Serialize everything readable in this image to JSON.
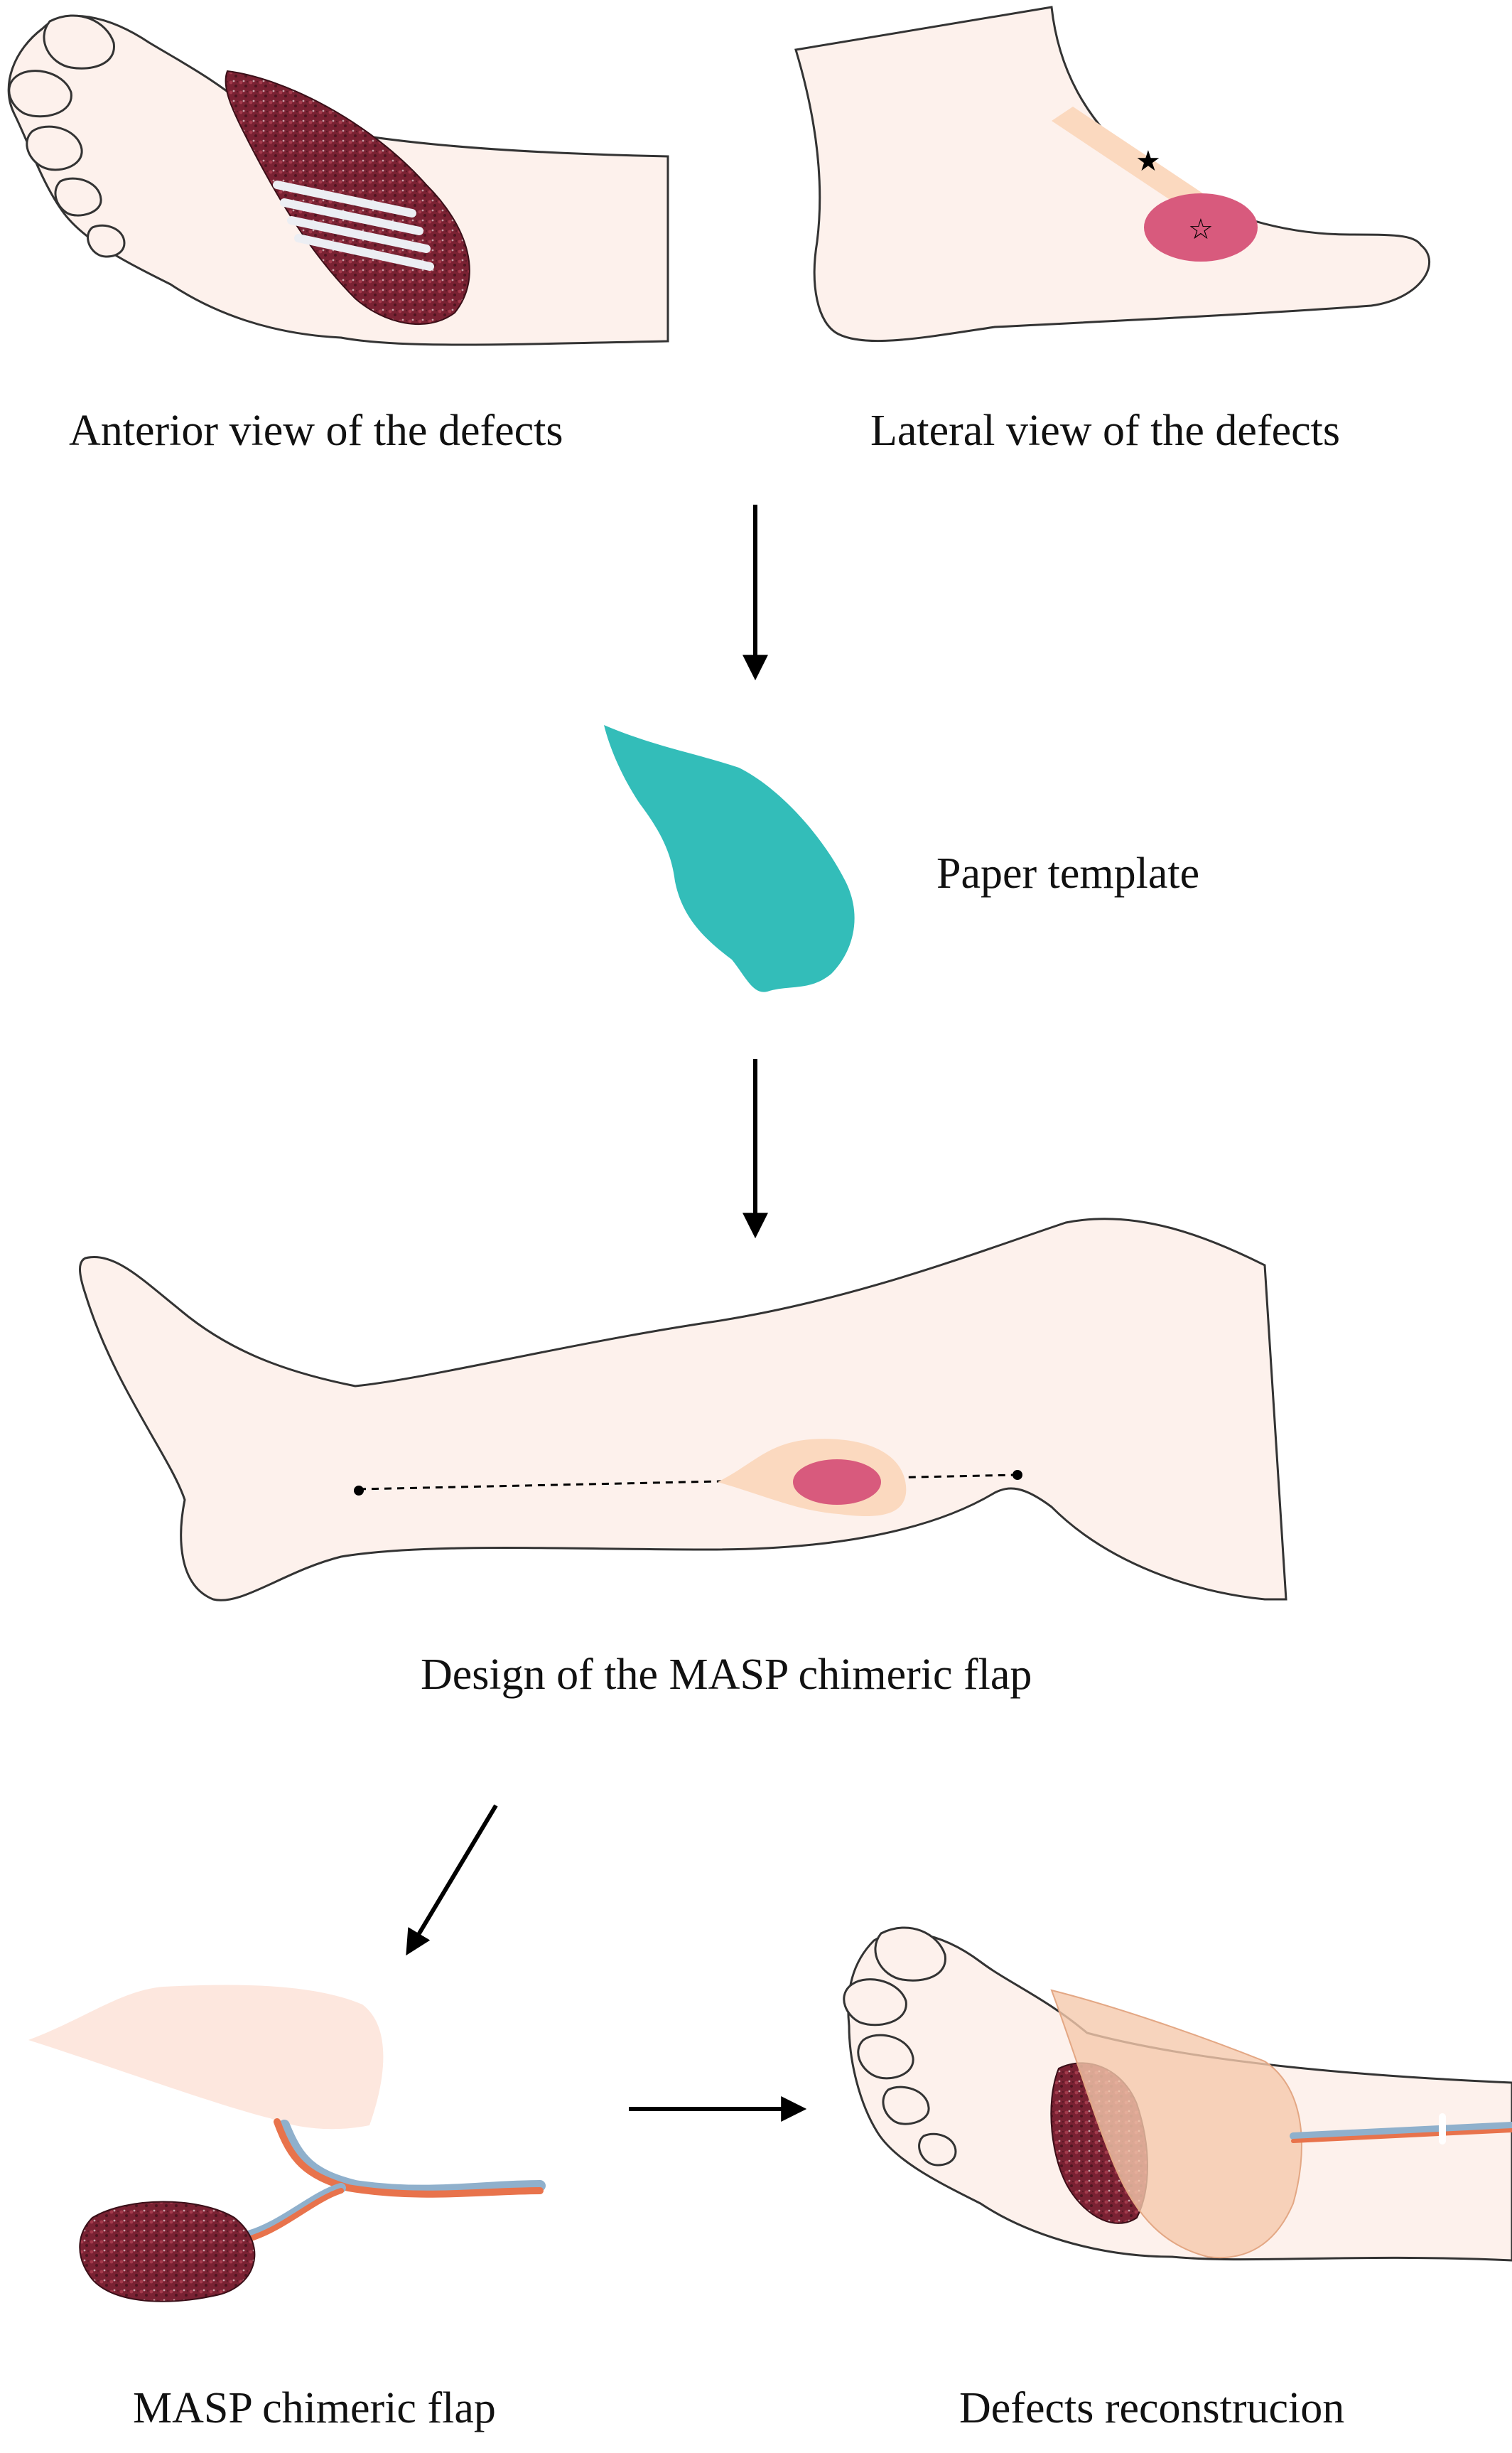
{
  "labels": {
    "anterior": "Anterior view of the defects",
    "lateral": "Lateral view of the defects",
    "template": "Paper template",
    "design": "Design of the MASP chimeric flap",
    "flap": "MASP chimeric flap",
    "reconstruction": "Defects reconstrucion"
  },
  "markers": {
    "filled_star": "★",
    "open_star": "☆"
  },
  "colors": {
    "skin": "#fdf1ec",
    "outline": "#333333",
    "flap_skin": "#fbd9bf",
    "defect_pink": "#d85a7d",
    "template_teal": "#33bdb9",
    "muscle_dark": "#6e1f2c",
    "muscle_mid": "#9b3445",
    "tendon": "#e8e8ee",
    "artery": "#e8734c",
    "vein": "#8fb0cc",
    "arrow": "#000000"
  }
}
